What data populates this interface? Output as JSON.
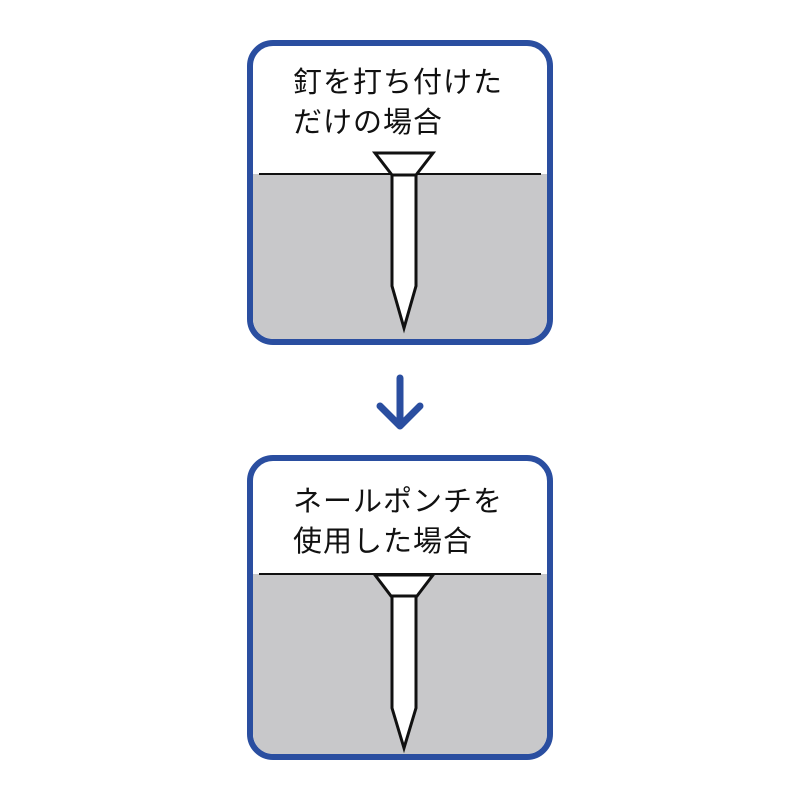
{
  "panels": [
    {
      "id": "nail-only",
      "title": "釘を打ち付けた\nだけの場合",
      "nail_state": "head flush above surface"
    },
    {
      "id": "nail-punch",
      "title": "ネールポンチを\n使用した場合",
      "nail_state": "head countersunk below surface"
    }
  ],
  "arrow": {
    "direction": "down",
    "icon": "arrow-down-icon"
  },
  "colors": {
    "border": "#2a4ea0",
    "ground": "#c8c8ca",
    "line": "#111111",
    "arrow": "#2a4ea0"
  }
}
